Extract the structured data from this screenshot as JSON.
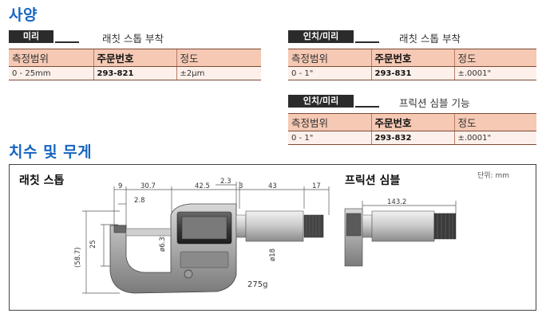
{
  "spec": {
    "title": "사양",
    "section1": {
      "tag": "미리",
      "desc": "래칫 스톱 부착",
      "headers": [
        "측정범위",
        "주문번호",
        "정도"
      ],
      "row": [
        "0 - 25mm",
        "293-821",
        "±2μm"
      ]
    },
    "section2": {
      "tag": "인치/미리",
      "desc": "래칫 스톱 부착",
      "headers": [
        "측정범위",
        "주문번호",
        "정도"
      ],
      "row": [
        "0 - 1\"",
        "293-831",
        "±.0001\""
      ]
    },
    "section3": {
      "tag": "인치/미리",
      "desc": "프릭션 심블 기능",
      "headers": [
        "측정범위",
        "주문번호",
        "정도"
      ],
      "row": [
        "0 - 1\"",
        "293-832",
        "±.0001\""
      ]
    }
  },
  "dimensions": {
    "title": "치수 및 무게",
    "ratchet_title": "래칫 스톱",
    "friction_title": "프릭션 심블",
    "unit_note": "단위: mm",
    "labels": {
      "d9": "9",
      "d30_7": "30.7",
      "d2_8": "2.8",
      "d42_5": "42.5",
      "d2_3": "2.3",
      "d3": "3",
      "d43": "43",
      "d17": "17",
      "d25": "25",
      "d58_7": "(58.7)",
      "phi6_35": "ø6.35",
      "phi18": "ø18",
      "weight": "275g",
      "d143_2": "143.2"
    }
  }
}
